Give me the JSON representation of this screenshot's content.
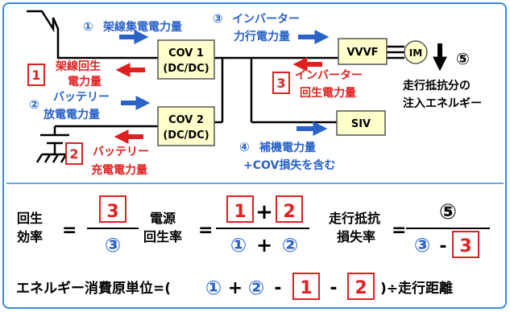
{
  "diagram": {
    "flow1": {
      "num": "①",
      "label": "架線集電電力量"
    },
    "flow3": {
      "num": "③",
      "label1": "インバーター",
      "label2": "力行電力量"
    },
    "flow2": {
      "num": "②",
      "label1": "バッテリー",
      "label2": "放電電力量"
    },
    "flow4": {
      "num": "④",
      "label1": "補機電力量",
      "label2": "+COV損失を含む"
    },
    "flow5": {
      "num": "⑤",
      "label1": "走行抵抗分の",
      "label2": "注入エネルギー"
    },
    "regen1": {
      "num": "1",
      "label1": "架線回生",
      "label2": "電力量"
    },
    "regen2": {
      "num": "2",
      "label1": "バッテリー",
      "label2": "充電電力量"
    },
    "regen3": {
      "num": "3",
      "label1": "インバーター",
      "label2": "回生電力量"
    },
    "cov1": {
      "line1": "COV 1",
      "line2": "(DC/DC)"
    },
    "cov2": {
      "line1": "COV 2",
      "line2": "(DC/DC)"
    },
    "vvvf": "VVVF",
    "im": "IM",
    "siv": "SIV"
  },
  "formulas": {
    "regen_eff": {
      "label1": "回生",
      "label2": "効率",
      "eq": "=",
      "num": "3",
      "den": "③"
    },
    "src_regen": {
      "label1": "電源",
      "label2": "回生率",
      "eq": "=",
      "num_a": "1",
      "plus1": "+",
      "num_b": "2",
      "den_a": "①",
      "plus2": "+",
      "den_b": "②"
    },
    "run_loss": {
      "label1": "走行抵抗",
      "label2": "損失率",
      "eq": "=",
      "num": "⑤",
      "den_a": "③",
      "minus": "-",
      "den_b": "3"
    },
    "energy_unit": {
      "label": "エネルギー消費原単位=(",
      "c1": "①",
      "op1": "+",
      "c2": "②",
      "op2": "-",
      "b1": "1",
      "op3": "-",
      "b2": "2",
      "tail": ")÷走行距離"
    }
  },
  "colors": {
    "blue": "#2a62c8",
    "red": "#e02020",
    "border": "#3a8ad8",
    "box_fill": "#ffffcc",
    "box_stroke": "#555555"
  }
}
